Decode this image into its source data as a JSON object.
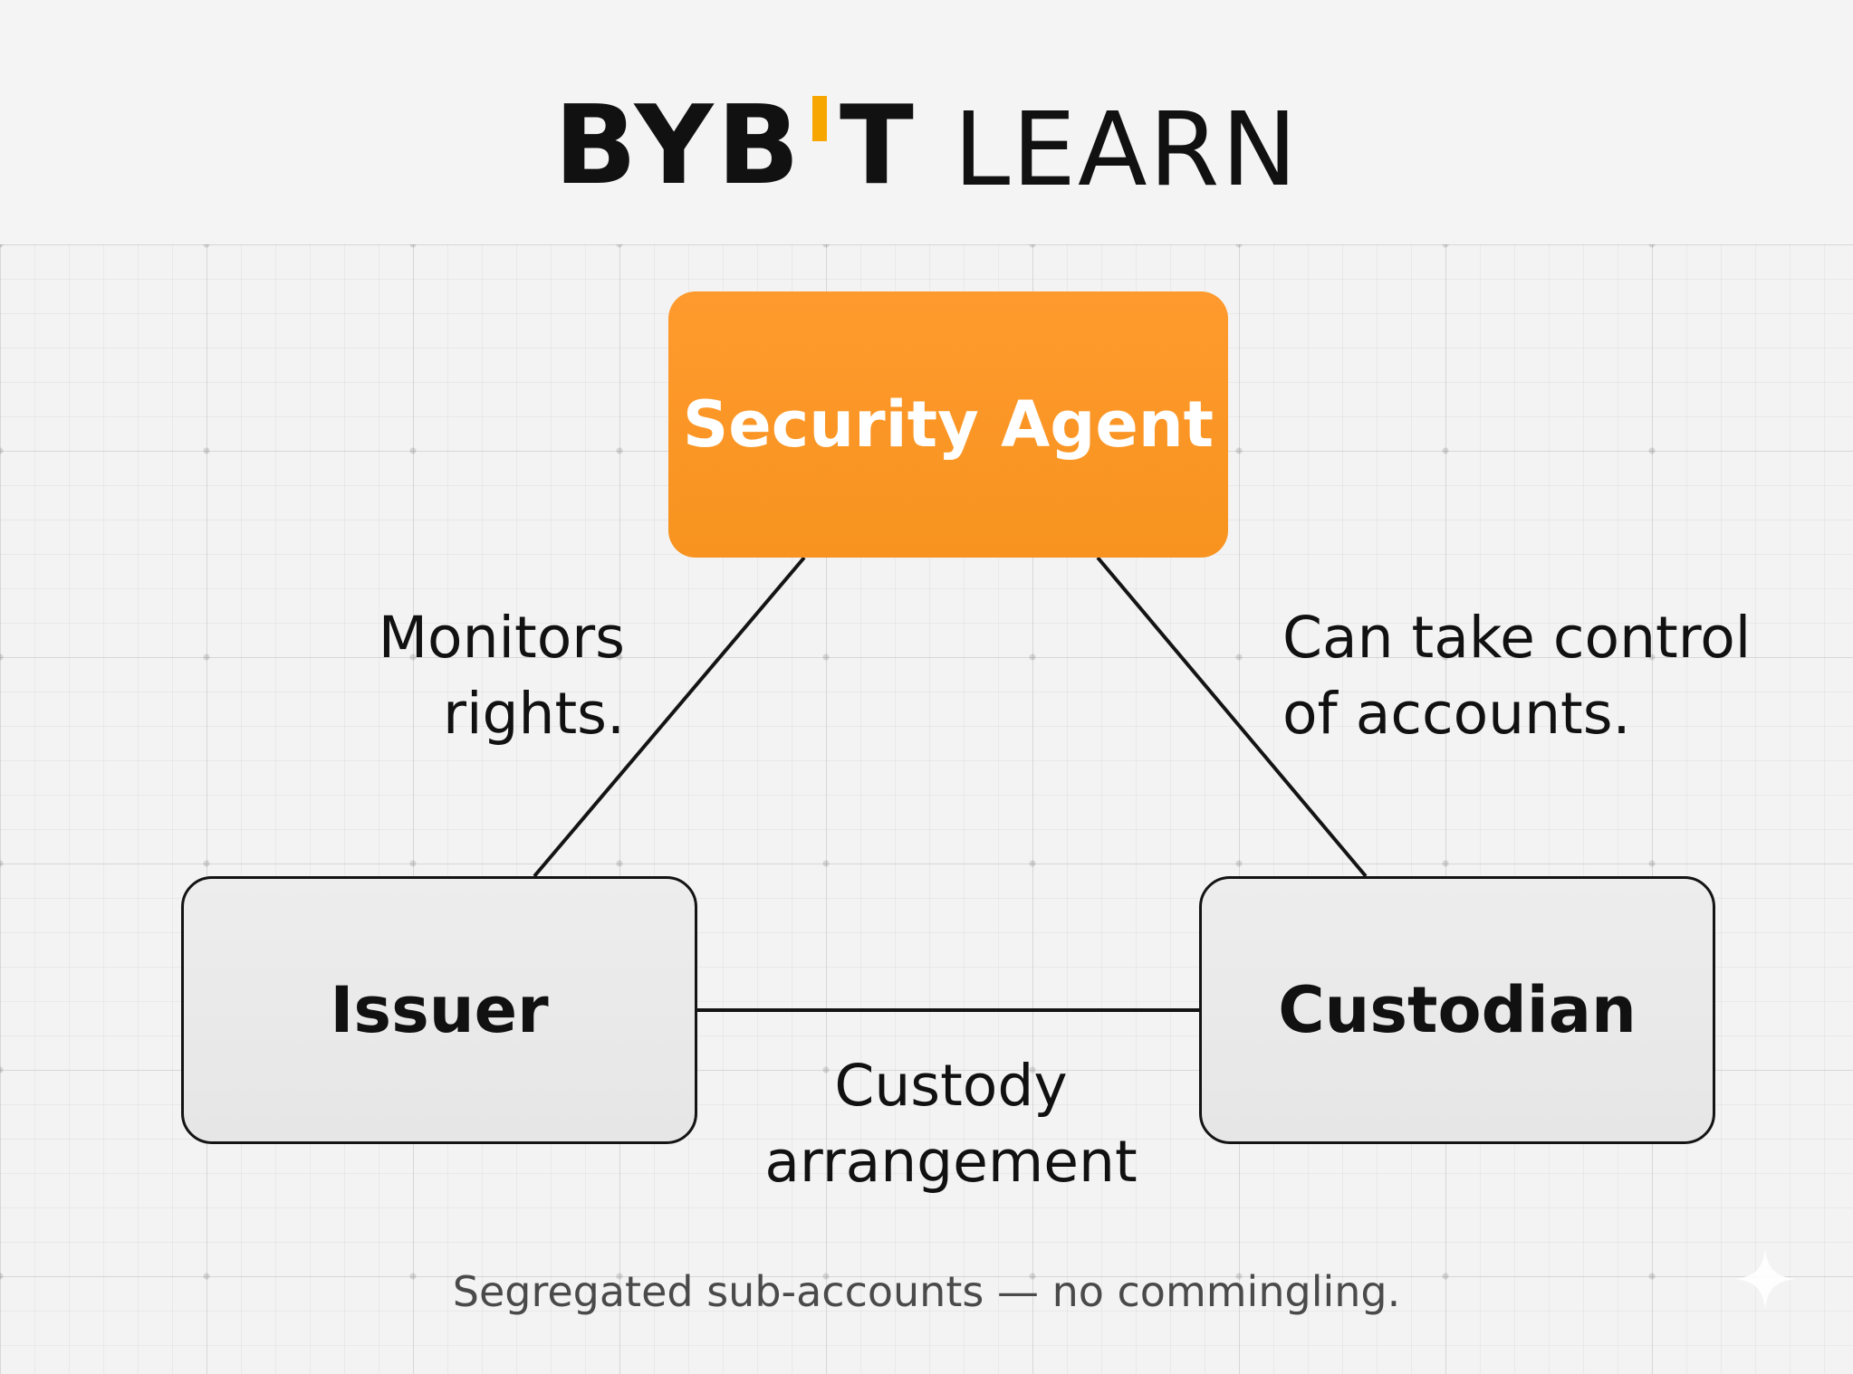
{
  "logo": {
    "brand_left": "BYB",
    "brand_right": "T",
    "product": "LEARN",
    "accent_color": "#f7a600"
  },
  "nodes": {
    "security_agent": "Security Agent",
    "issuer": "Issuer",
    "custodian": "Custodian"
  },
  "edges": {
    "agent_issuer": [
      "Monitors",
      "rights."
    ],
    "agent_custodian": [
      "Can take control",
      "of accounts."
    ],
    "issuer_custodian": [
      "Custody",
      "arrangement"
    ]
  },
  "footer": "Segregated sub-accounts — no commingling.",
  "colors": {
    "agent_fill": "#f7931e",
    "box_fill": "#e8e8e8",
    "line": "#141414"
  },
  "icons": {
    "corner": "sparkle-icon"
  }
}
